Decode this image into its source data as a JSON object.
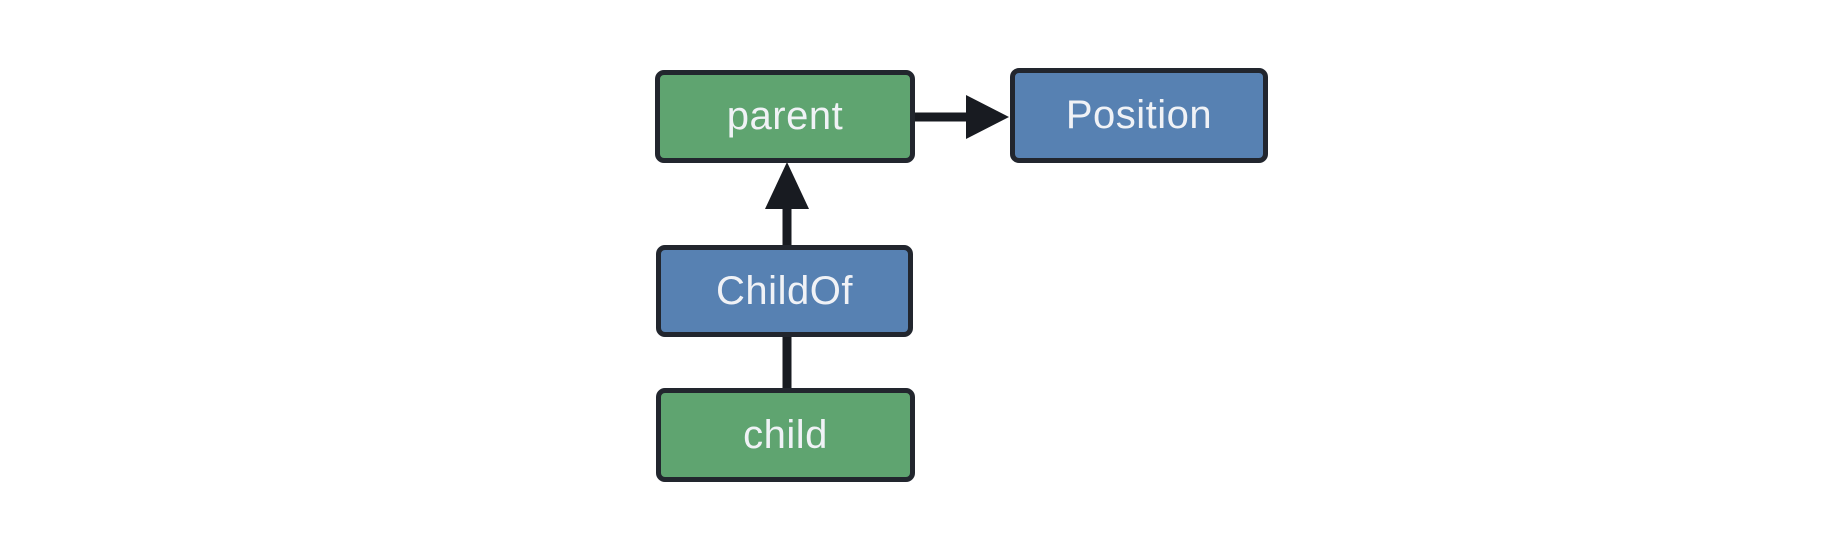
{
  "diagram": {
    "background_color": "#ffffff",
    "border_color": "#22262e",
    "arrow_color": "#181b21",
    "text_color": "#f0f2f6",
    "node_colors": {
      "green": "#5fa470",
      "blue": "#5781b2"
    },
    "nodes": {
      "parent": {
        "label": "parent",
        "fill": "#5fa470"
      },
      "position": {
        "label": "Position",
        "fill": "#5781b2"
      },
      "childof": {
        "label": "ChildOf",
        "fill": "#5781b2"
      },
      "child": {
        "label": "child",
        "fill": "#5fa470"
      }
    },
    "edges": [
      {
        "from": "parent",
        "to": "Position",
        "arrowhead": "pointing-right-at-Position"
      },
      {
        "from": "ChildOf",
        "to": "parent",
        "arrowhead": "pointing-up-at-parent"
      },
      {
        "from": "child",
        "to": "ChildOf",
        "arrowhead": "none"
      }
    ]
  }
}
